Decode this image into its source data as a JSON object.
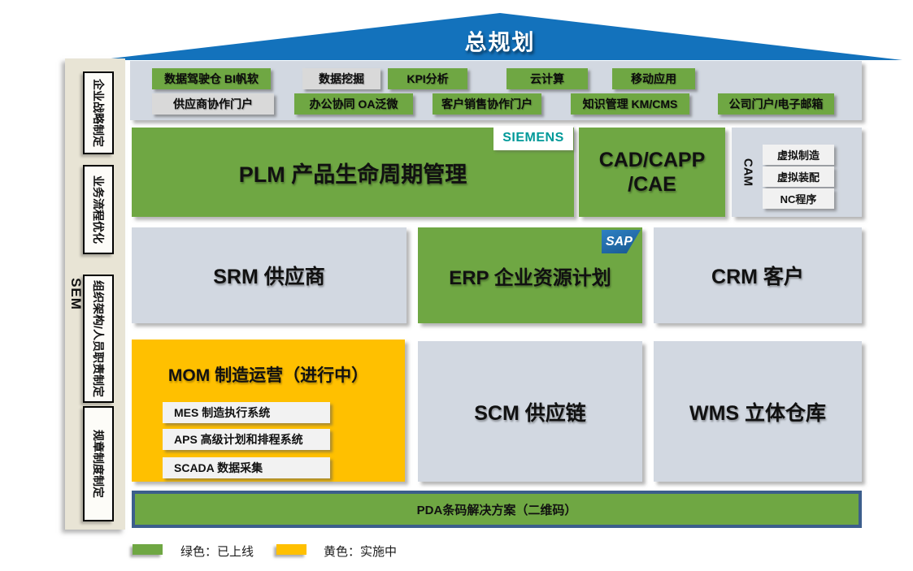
{
  "roof": {
    "title": "总规划"
  },
  "sidebar": {
    "label": "SEM",
    "items": [
      {
        "label": "企业战略制定"
      },
      {
        "label": "业务流程优化"
      },
      {
        "label": "组织架构/人员职责制定"
      },
      {
        "label": "规章制度制定"
      }
    ]
  },
  "top_band": {
    "row1": [
      {
        "label": "数据驾驶仓 BI帆软",
        "status": "green"
      },
      {
        "label": "数据挖掘",
        "status": "gray"
      },
      {
        "label": "KPI分析",
        "status": "green"
      },
      {
        "label": "云计算",
        "status": "green"
      },
      {
        "label": "移动应用",
        "status": "green"
      }
    ],
    "row2": [
      {
        "label": "供应商协作门户",
        "status": "gray"
      },
      {
        "label": "办公协同 OA泛微",
        "status": "green"
      },
      {
        "label": "客户销售协作门户",
        "status": "green"
      },
      {
        "label": "知识管理 KM/CMS",
        "status": "green"
      },
      {
        "label": "公司门户/电子邮箱",
        "status": "green"
      }
    ]
  },
  "plm_row": {
    "plm": {
      "label": "PLM 产品生命周期管理",
      "vendor": "SIEMENS"
    },
    "cad": {
      "line1": "CAD/CAPP",
      "line2": "/CAE"
    },
    "cam": {
      "label": "CAM",
      "items": [
        {
          "label": "虚拟制造"
        },
        {
          "label": "虚拟装配"
        },
        {
          "label": "NC程序"
        }
      ]
    }
  },
  "erp_row": {
    "srm": {
      "label": "SRM 供应商"
    },
    "erp": {
      "label": "ERP 企业资源计划",
      "vendor": "SAP"
    },
    "crm": {
      "label": "CRM 客户"
    }
  },
  "mom_row": {
    "mom": {
      "title": "MOM 制造运营（进行中）",
      "items": [
        {
          "label": "MES 制造执行系统"
        },
        {
          "label": "APS 高级计划和排程系统"
        },
        {
          "label": "SCADA 数据采集"
        }
      ]
    },
    "scm": {
      "label": "SCM 供应链"
    },
    "wms": {
      "label": "WMS 立体仓库"
    }
  },
  "pda_bar": {
    "label": "PDA条码解决方案（二维码）"
  },
  "legend": [
    {
      "color": "#6FA743",
      "label": "绿色：已上线"
    },
    {
      "color": "#FFC000",
      "label": "黄色：实施中"
    }
  ],
  "colors": {
    "green_live": "#6FA743",
    "yellow_inprogress": "#FFC000",
    "roof_blue": "#1372BC",
    "panel_gray": "#D2D8E1",
    "chip_gray": "#D9D9D9",
    "sidebar_beige": "#E8E4D5",
    "siemens_teal": "#009999",
    "sap_blue": "#1C64A8",
    "pda_border": "#3C5E8C"
  }
}
